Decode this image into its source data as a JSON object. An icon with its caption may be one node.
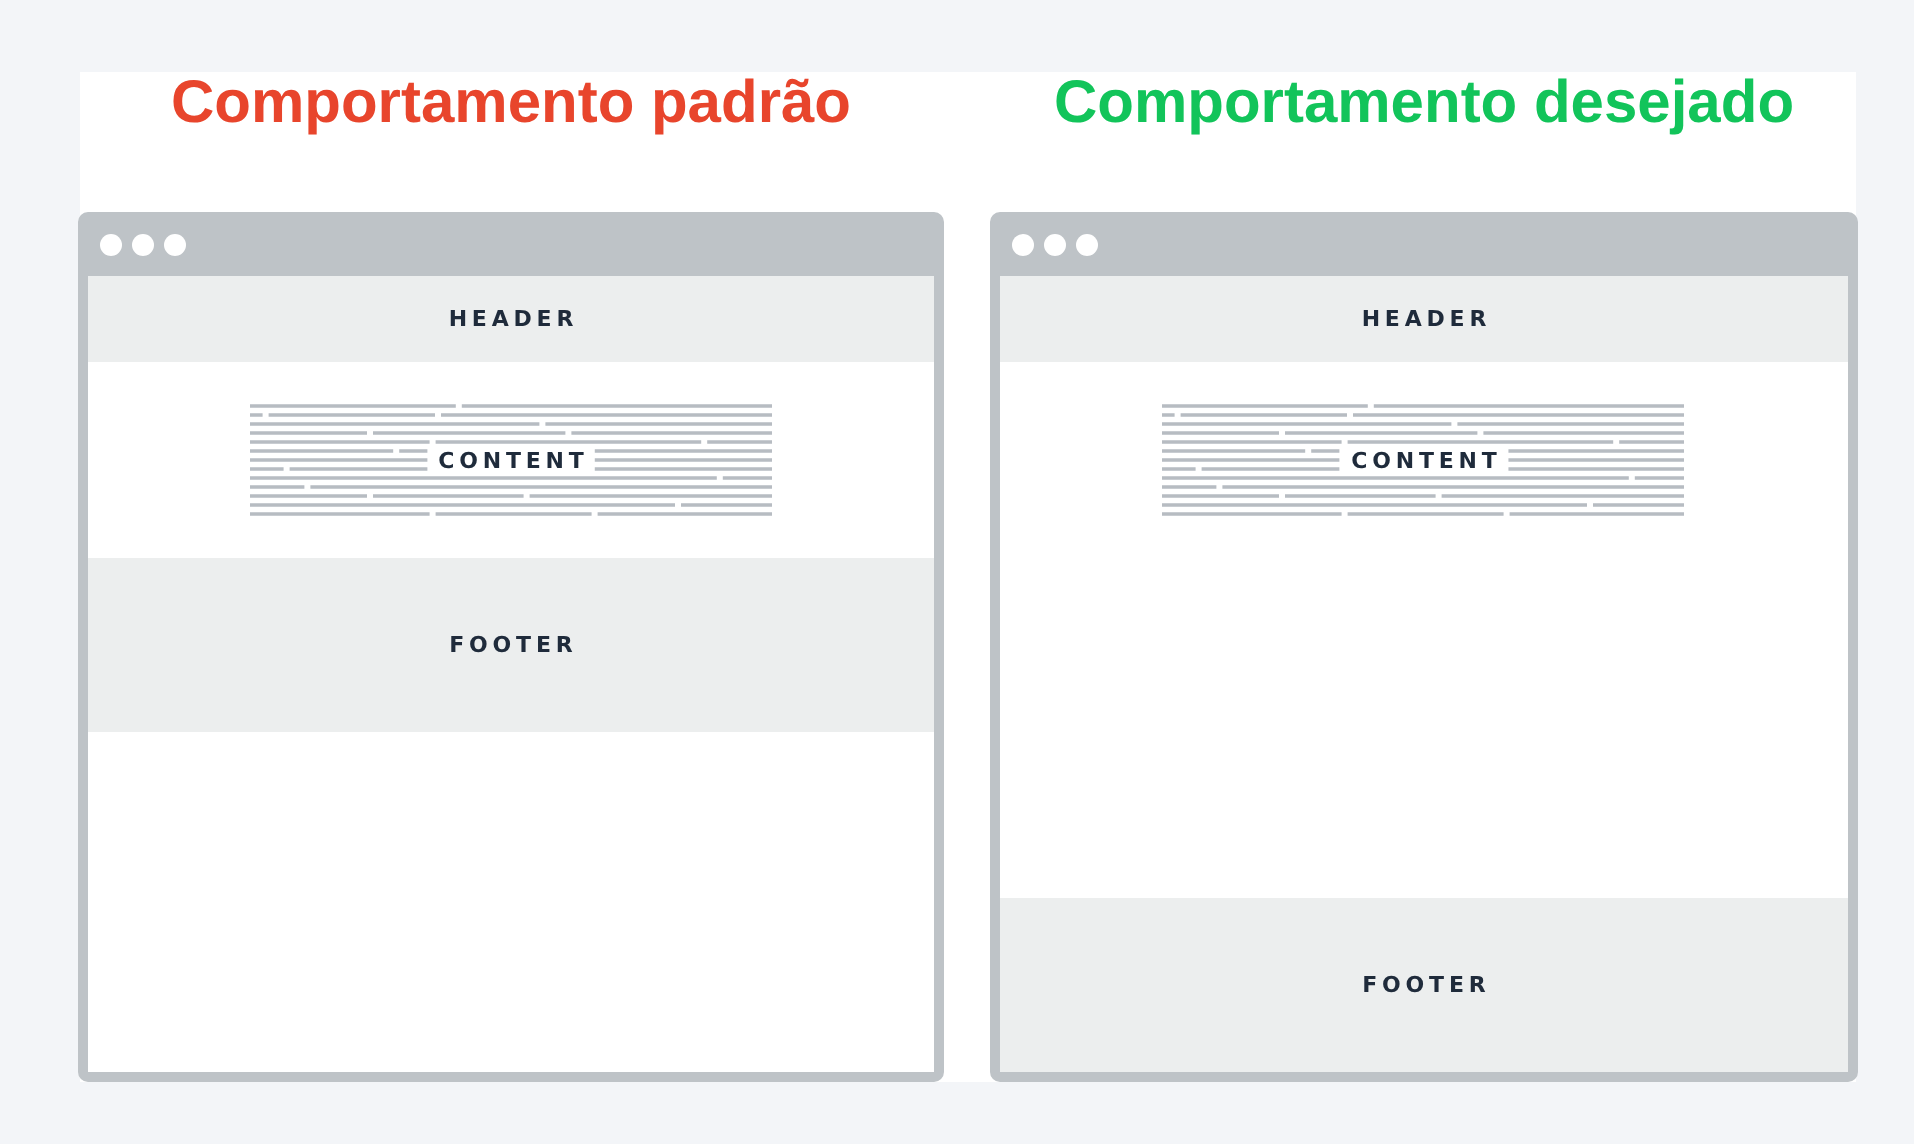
{
  "diagram": {
    "nodes": [
      {
        "text": [
          "Comportamento padrão"
        ]
      },
      {
        "text": [
          "HEADER"
        ],
        "in": 0
      },
      {
        "text": [
          "CONTENT"
        ],
        "in": 0
      },
      {
        "text": [
          "FOOTER"
        ],
        "in": 0
      },
      {
        "text": [
          "Comportamento desejado"
        ]
      },
      {
        "text": [
          "HEADER"
        ],
        "in": 4
      },
      {
        "text": [
          "CONTENT"
        ],
        "in": 4
      },
      {
        "text": [
          "FOOTER"
        ],
        "in": 4
      }
    ]
  }
}
